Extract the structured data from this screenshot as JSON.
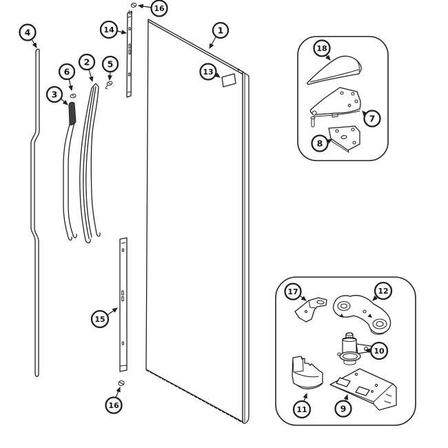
{
  "diagram": {
    "background_color": "#ffffff",
    "line_color": "#1f1f1f",
    "callouts": [
      {
        "number": "1",
        "part": "door-panel"
      },
      {
        "number": "2",
        "part": "inner-door-trim"
      },
      {
        "number": "3",
        "part": "center-door-trim"
      },
      {
        "number": "4",
        "part": "outer-door-trim"
      },
      {
        "number": "5",
        "part": "trim-screw"
      },
      {
        "number": "6",
        "part": "trim-clip"
      },
      {
        "number": "7",
        "part": "upper-hinge-bracket"
      },
      {
        "number": "8",
        "part": "upper-hinge-shim"
      },
      {
        "number": "9",
        "part": "lower-hinge-plate"
      },
      {
        "number": "10",
        "part": "pivot-pin-assembly"
      },
      {
        "number": "11",
        "part": "lower-hinge-cover"
      },
      {
        "number": "12",
        "part": "hinge-arm"
      },
      {
        "number": "13",
        "part": "serial-label"
      },
      {
        "number": "14",
        "part": "upper-side-rail"
      },
      {
        "number": "15",
        "part": "lower-side-rail"
      },
      {
        "number": "16",
        "part": "rail-screw-top"
      },
      {
        "number": "16",
        "part": "rail-screw-bottom"
      },
      {
        "number": "17",
        "part": "stop-bracket"
      },
      {
        "number": "18",
        "part": "upper-hinge-cover"
      }
    ]
  }
}
